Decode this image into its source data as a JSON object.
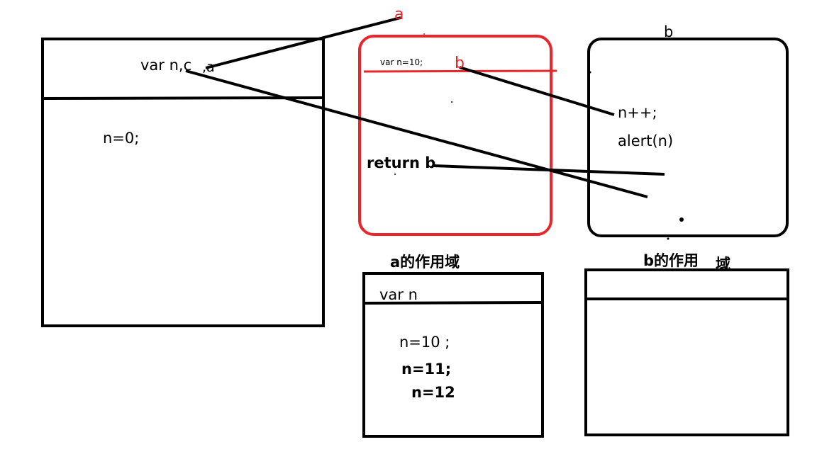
{
  "colors": {
    "ink": "#000000",
    "accent_red": "#e8262b",
    "background": "#ffffff"
  },
  "global_scope": {
    "decl": "var n,c",
    "decl_suffix": ",a",
    "assign": "n=0;"
  },
  "func_a": {
    "name_label": "a",
    "decl": "var n=10;",
    "inner_name": "b",
    "return_stmt": "return b"
  },
  "func_b": {
    "name_label": "b",
    "increment": "n++;",
    "alert": "alert(n)"
  },
  "scope_a": {
    "title": "a的作用域",
    "decl": "var n",
    "values": [
      "n=10 ;",
      "n=11;",
      "n=12"
    ]
  },
  "scope_b": {
    "title_main": "b的作用",
    "title_tail": "域"
  }
}
